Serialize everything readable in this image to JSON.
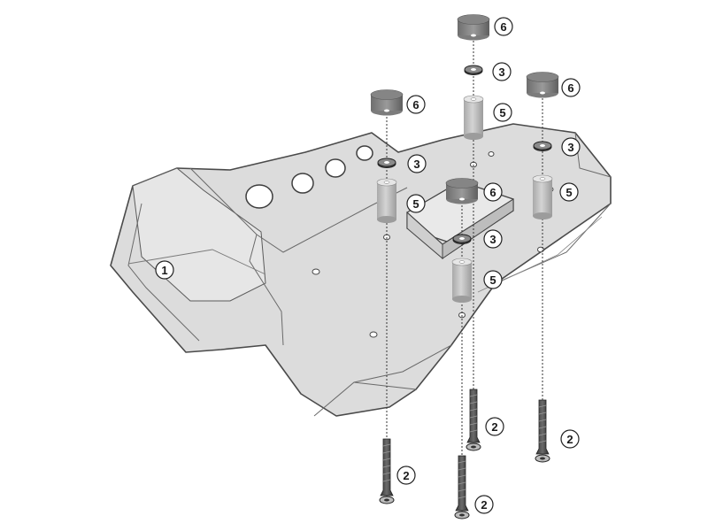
{
  "diagram": {
    "parts": [
      {
        "id": "plate",
        "callout": "1",
        "name": "mounting plate"
      },
      {
        "id": "screw",
        "callout": "2",
        "name": "screw"
      },
      {
        "id": "washer",
        "callout": "3",
        "name": "washer"
      },
      {
        "id": "spacer",
        "callout": "5",
        "name": "spacer"
      },
      {
        "id": "rubber-pad",
        "callout": "6",
        "name": "rubber pad"
      }
    ],
    "callouts": [
      "1",
      "2",
      "2",
      "2",
      "2",
      "3",
      "3",
      "3",
      "3",
      "5",
      "5",
      "5",
      "5",
      "6",
      "6",
      "6",
      "6"
    ]
  }
}
